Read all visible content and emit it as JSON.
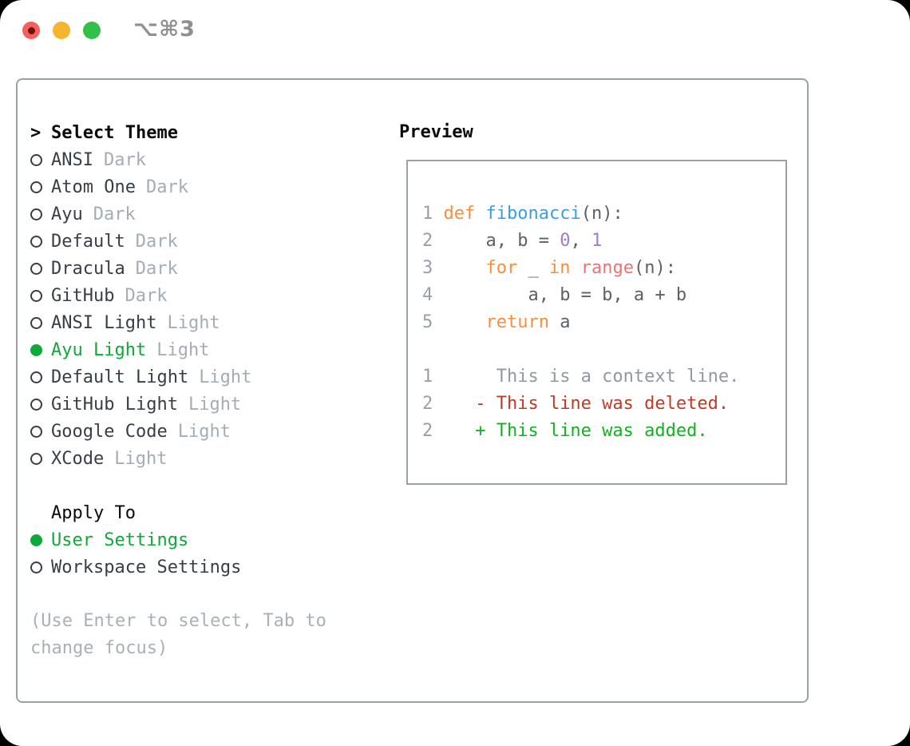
{
  "window": {
    "title": "⌥⌘3"
  },
  "left": {
    "header_prefix": ">",
    "header": "Select Theme",
    "themes": [
      {
        "name": "ANSI",
        "tag": "Dark",
        "selected": false
      },
      {
        "name": "Atom One",
        "tag": "Dark",
        "selected": false
      },
      {
        "name": "Ayu",
        "tag": "Dark",
        "selected": false
      },
      {
        "name": "Default",
        "tag": "Dark",
        "selected": false
      },
      {
        "name": "Dracula",
        "tag": "Dark",
        "selected": false
      },
      {
        "name": "GitHub",
        "tag": "Dark",
        "selected": false
      },
      {
        "name": "ANSI Light",
        "tag": "Light",
        "selected": false
      },
      {
        "name": "Ayu Light",
        "tag": "Light",
        "selected": true
      },
      {
        "name": "Default Light",
        "tag": "Light",
        "selected": false
      },
      {
        "name": "GitHub Light",
        "tag": "Light",
        "selected": false
      },
      {
        "name": "Google Code",
        "tag": "Light",
        "selected": false
      },
      {
        "name": "XCode",
        "tag": "Light",
        "selected": false
      }
    ],
    "apply_to": {
      "header": "Apply To",
      "options": [
        {
          "label": "User Settings",
          "selected": true
        },
        {
          "label": "Workspace Settings",
          "selected": false
        }
      ]
    },
    "hint_lines": [
      "(Use Enter to select, Tab to",
      "change focus)"
    ]
  },
  "preview": {
    "header": "Preview",
    "lines": [
      {
        "num": "1",
        "segments": [
          {
            "t": " ",
            "c": "text"
          },
          {
            "t": "def",
            "c": "keyword"
          },
          {
            "t": " ",
            "c": "text"
          },
          {
            "t": "fibonacci",
            "c": "function"
          },
          {
            "t": "(n):",
            "c": "text"
          }
        ]
      },
      {
        "num": "2",
        "segments": [
          {
            "t": "     a, b = ",
            "c": "text"
          },
          {
            "t": "0",
            "c": "number"
          },
          {
            "t": ", ",
            "c": "text"
          },
          {
            "t": "1",
            "c": "number"
          }
        ]
      },
      {
        "num": "3",
        "segments": [
          {
            "t": "     ",
            "c": "text"
          },
          {
            "t": "for",
            "c": "keyword"
          },
          {
            "t": " _ ",
            "c": "text"
          },
          {
            "t": "in",
            "c": "keyword"
          },
          {
            "t": " ",
            "c": "text"
          },
          {
            "t": "range",
            "c": "builtin"
          },
          {
            "t": "(n):",
            "c": "text"
          }
        ]
      },
      {
        "num": "4",
        "segments": [
          {
            "t": "         a, b = b, a + b",
            "c": "text"
          }
        ]
      },
      {
        "num": "5",
        "segments": [
          {
            "t": "     ",
            "c": "text"
          },
          {
            "t": "return",
            "c": "keyword"
          },
          {
            "t": " a",
            "c": "text"
          }
        ]
      },
      {
        "num": "",
        "segments": []
      },
      {
        "num": "1",
        "segments": [
          {
            "t": "      This is a context line.",
            "c": "context"
          }
        ]
      },
      {
        "num": "2",
        "segments": [
          {
            "t": "    - This line was deleted.",
            "c": "deleted"
          }
        ]
      },
      {
        "num": "2",
        "segments": [
          {
            "t": "    + This line was added.",
            "c": "added"
          }
        ]
      }
    ]
  },
  "colors": {
    "tl_red": "#f6605a",
    "tl_red_dot": "#6e120d",
    "tl_yellow": "#f8b42e",
    "tl_green": "#33c048",
    "title_gray": "#8e8e93",
    "border": "#98a1ab",
    "header_black": "#0a0a0b",
    "dark_text": "#383e46",
    "select_green": "#0fa83a",
    "tag_muted": "#a4acb6",
    "hint": "#a9b0b9",
    "line_num": "#97a0aa",
    "text": "#5c6166",
    "keyword": "#fa8d3e",
    "function": "#399ee6",
    "builtin": "#f07171",
    "number": "#a37acc",
    "context": "#9099a3",
    "deleted": "#c23a26",
    "added": "#0eb41e"
  }
}
